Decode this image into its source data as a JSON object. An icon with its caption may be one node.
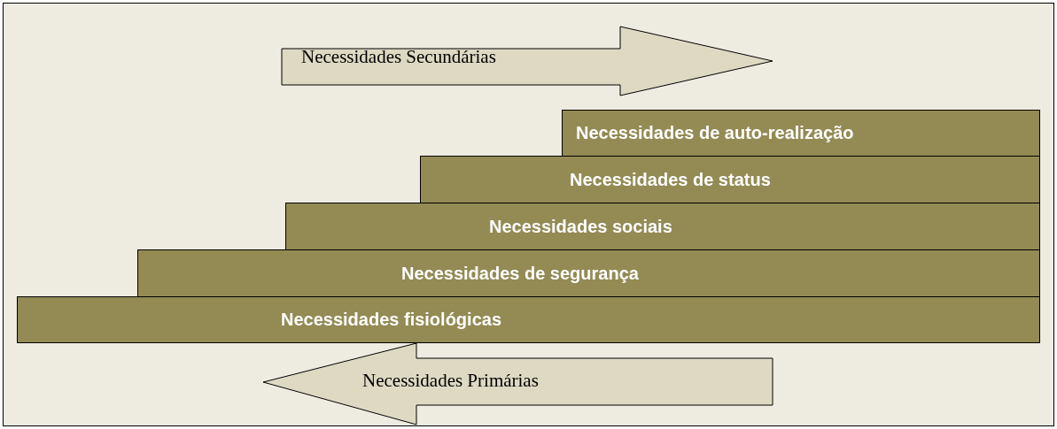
{
  "diagram": {
    "nodes": [
      {
        "text": [
          "Necessidades Secundárias"
        ]
      },
      {
        "text": [
          "Necessidades de auto-realização"
        ]
      },
      {
        "text": [
          "Necessidades de status"
        ]
      },
      {
        "text": [
          "Necessidades sociais"
        ]
      },
      {
        "text": [
          "Necessidades de segurança"
        ]
      },
      {
        "text": [
          "Necessidades fisiológicas"
        ]
      },
      {
        "text": [
          "Necessidades Primárias"
        ]
      }
    ]
  }
}
